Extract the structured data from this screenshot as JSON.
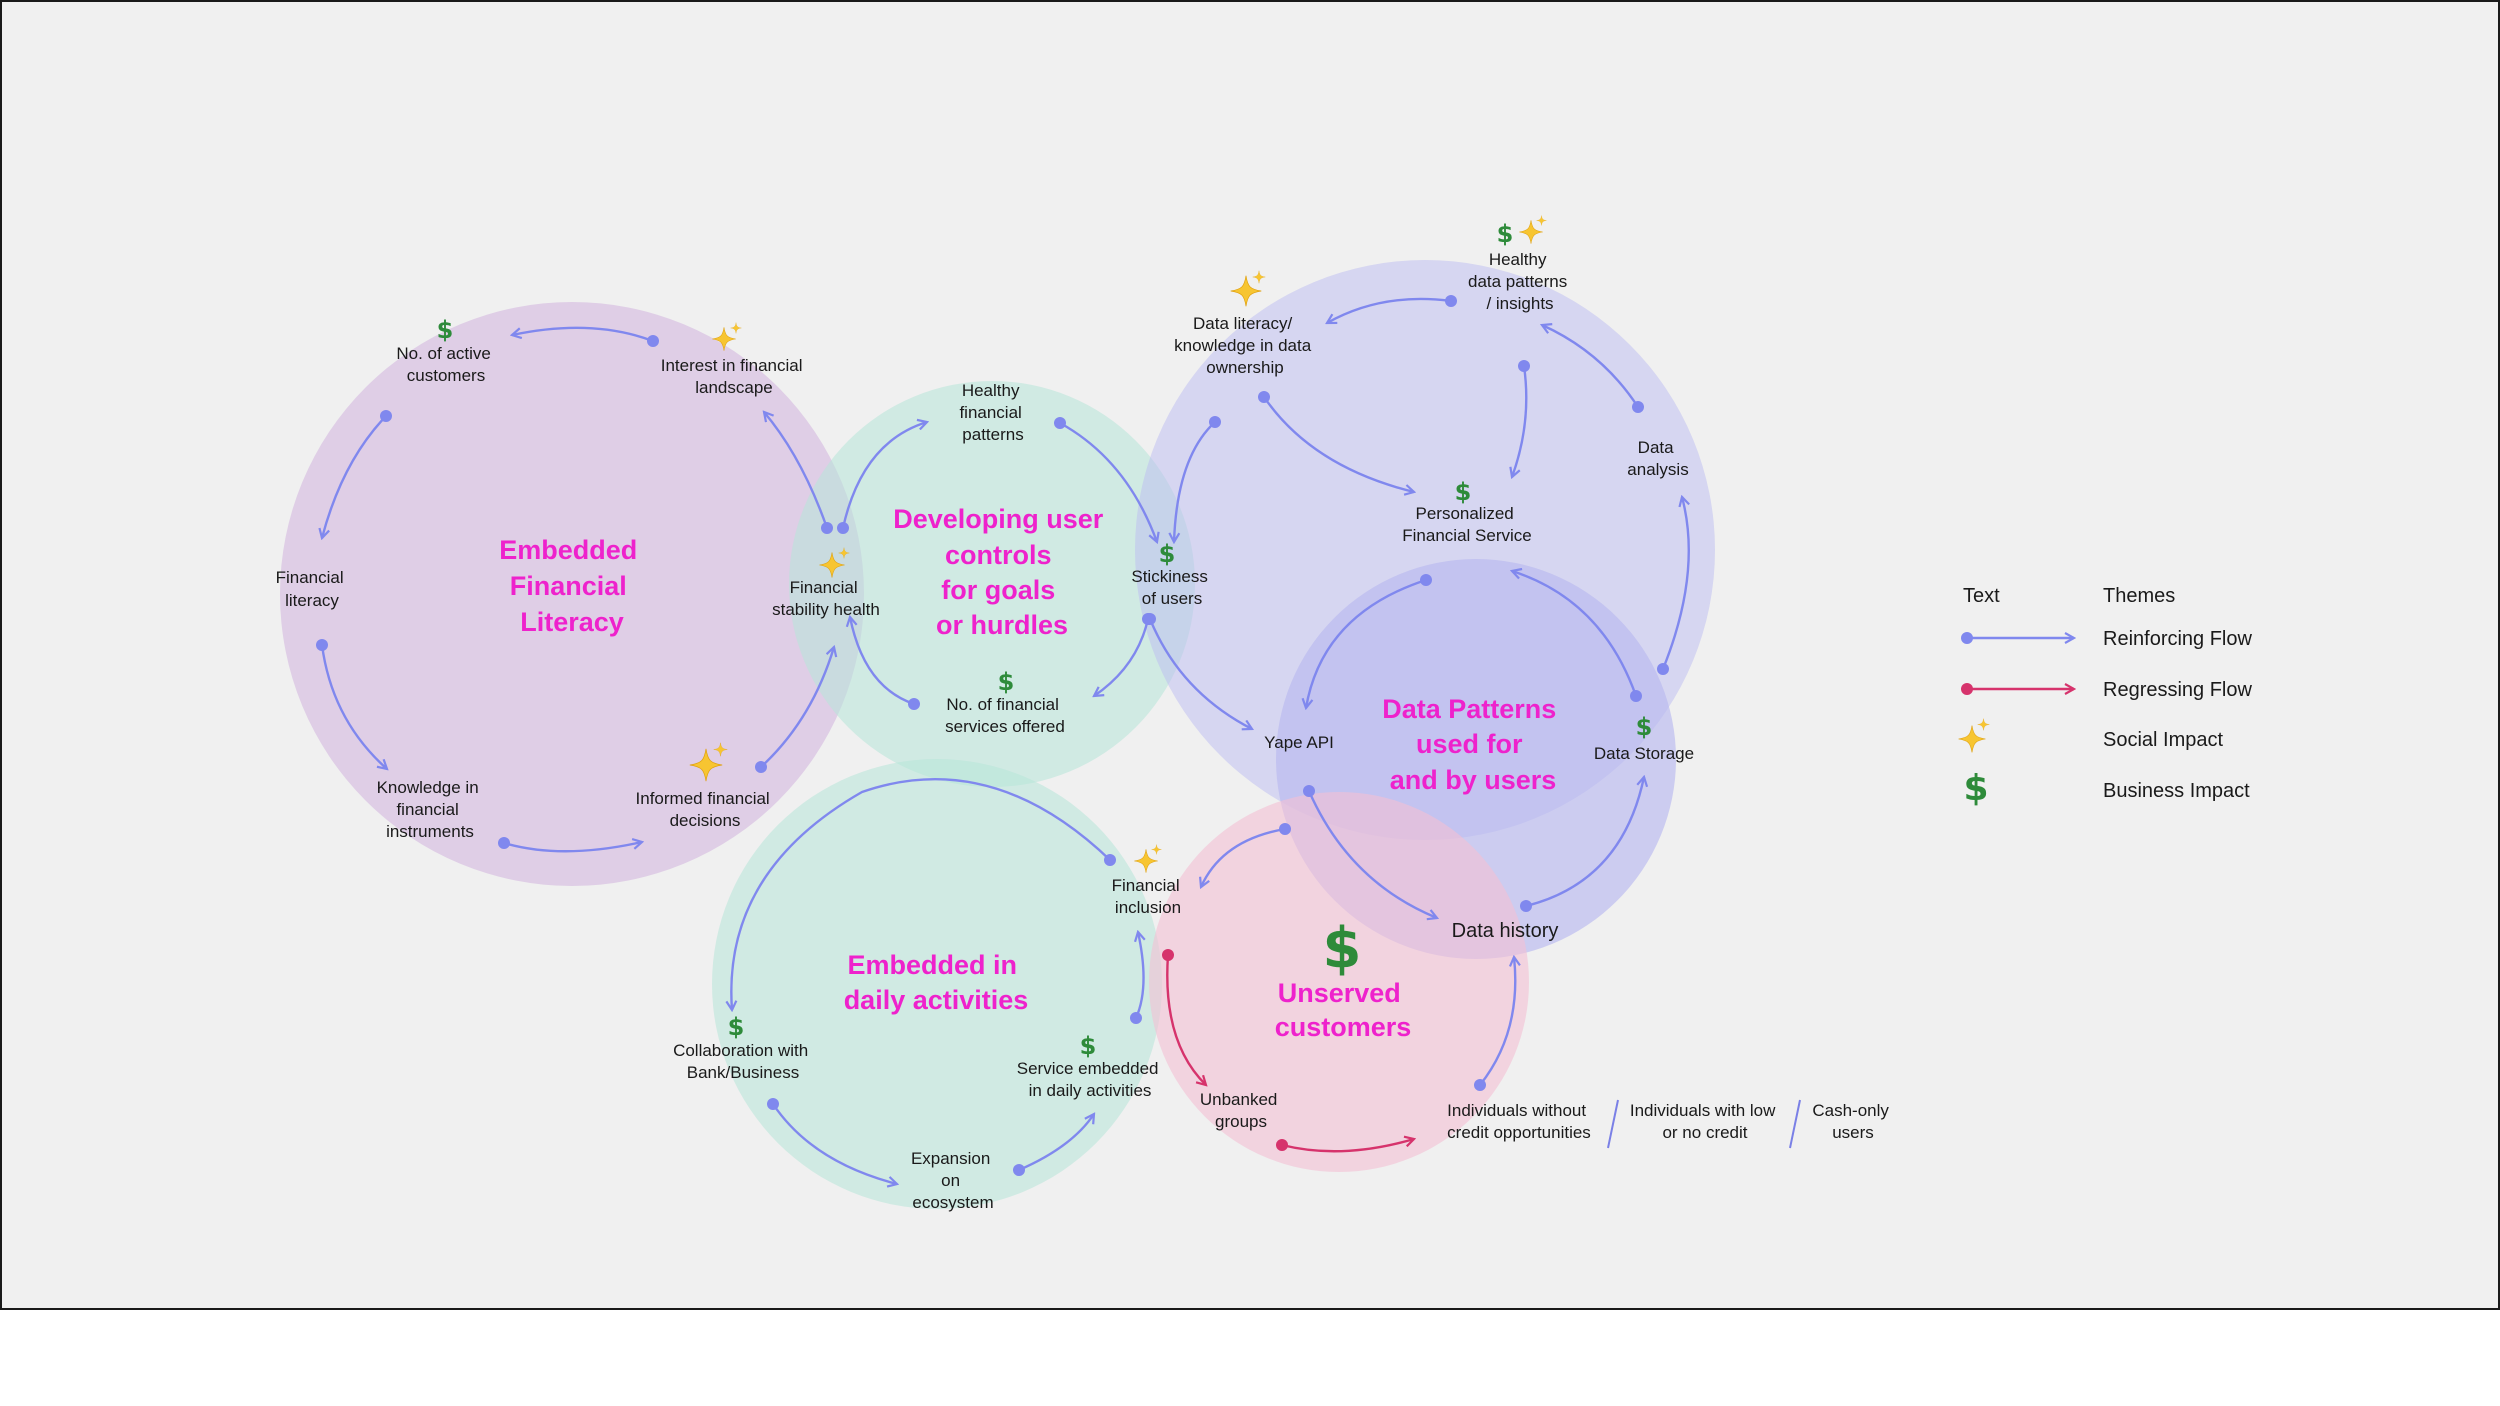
{
  "themes": {
    "financial_literacy": [
      "Embedded",
      "Financial",
      "Literacy"
    ],
    "user_controls": [
      "Developing user",
      "controls",
      "for goals",
      "or hurdles"
    ],
    "data_patterns": [
      "Data Patterns",
      "used for",
      "and by users"
    ],
    "daily_activities": [
      "Embedded in",
      "daily activities"
    ],
    "unserved": [
      "Unserved",
      "customers"
    ]
  },
  "nodes": {
    "active_customers": [
      "No. of active",
      "customers"
    ],
    "interest_landscape": [
      "Interest in financial",
      "landscape"
    ],
    "financial_literacy": [
      "Financial",
      "literacy"
    ],
    "knowledge_instruments": [
      "Knowledge in",
      "financial",
      "instruments"
    ],
    "informed_decisions": [
      "Informed financial",
      "decisions"
    ],
    "stability_health": [
      "Financial",
      "stability health"
    ],
    "healthy_patterns": [
      "Healthy",
      "financial",
      "patterns"
    ],
    "stickiness": [
      "Stickiness",
      "of users"
    ],
    "services_offered": [
      "No. of financial",
      "services offered"
    ],
    "data_literacy": [
      "Data literacy/",
      "knowledge in data",
      "ownership"
    ],
    "healthy_data": [
      "Healthy",
      "data patterns",
      "/ insights"
    ],
    "data_analysis": [
      "Data",
      "analysis"
    ],
    "personalized_service": [
      "Personalized",
      "Financial Service"
    ],
    "yape_api": [
      "Yape API"
    ],
    "data_storage": [
      "Data Storage"
    ],
    "data_history": [
      "Data history"
    ],
    "financial_inclusion": [
      "Financial",
      "inclusion"
    ],
    "collaboration": [
      "Collaboration with",
      "Bank/Business"
    ],
    "service_embedded": [
      "Service embedded",
      "in daily activities"
    ],
    "expansion": [
      "Expansion",
      "on",
      "ecosystem"
    ],
    "unbanked": [
      "Unbanked",
      "groups"
    ],
    "no_credit_opps": [
      "Individuals without",
      "credit opportunities"
    ],
    "low_credit": [
      "Individuals with low",
      "or no credit"
    ],
    "cash_only": [
      "Cash-only",
      "users"
    ]
  },
  "legend": {
    "col_text": "Text",
    "col_themes": "Themes",
    "reinforcing": "Reinforcing Flow",
    "regressing": "Regressing Flow",
    "social": "Social Impact",
    "business": "Business Impact"
  },
  "colors": {
    "reinforcing": "#8088ee",
    "regressing": "#d6336c",
    "theme_text": "#ee22cc",
    "circle_purple": "#c9a5d9",
    "circle_teal": "#b7e6d8",
    "circle_lavender": "#bcbcf2",
    "circle_pink": "#f4c0d4"
  },
  "icons": [
    "dollar-icon",
    "sparkle-icon"
  ]
}
